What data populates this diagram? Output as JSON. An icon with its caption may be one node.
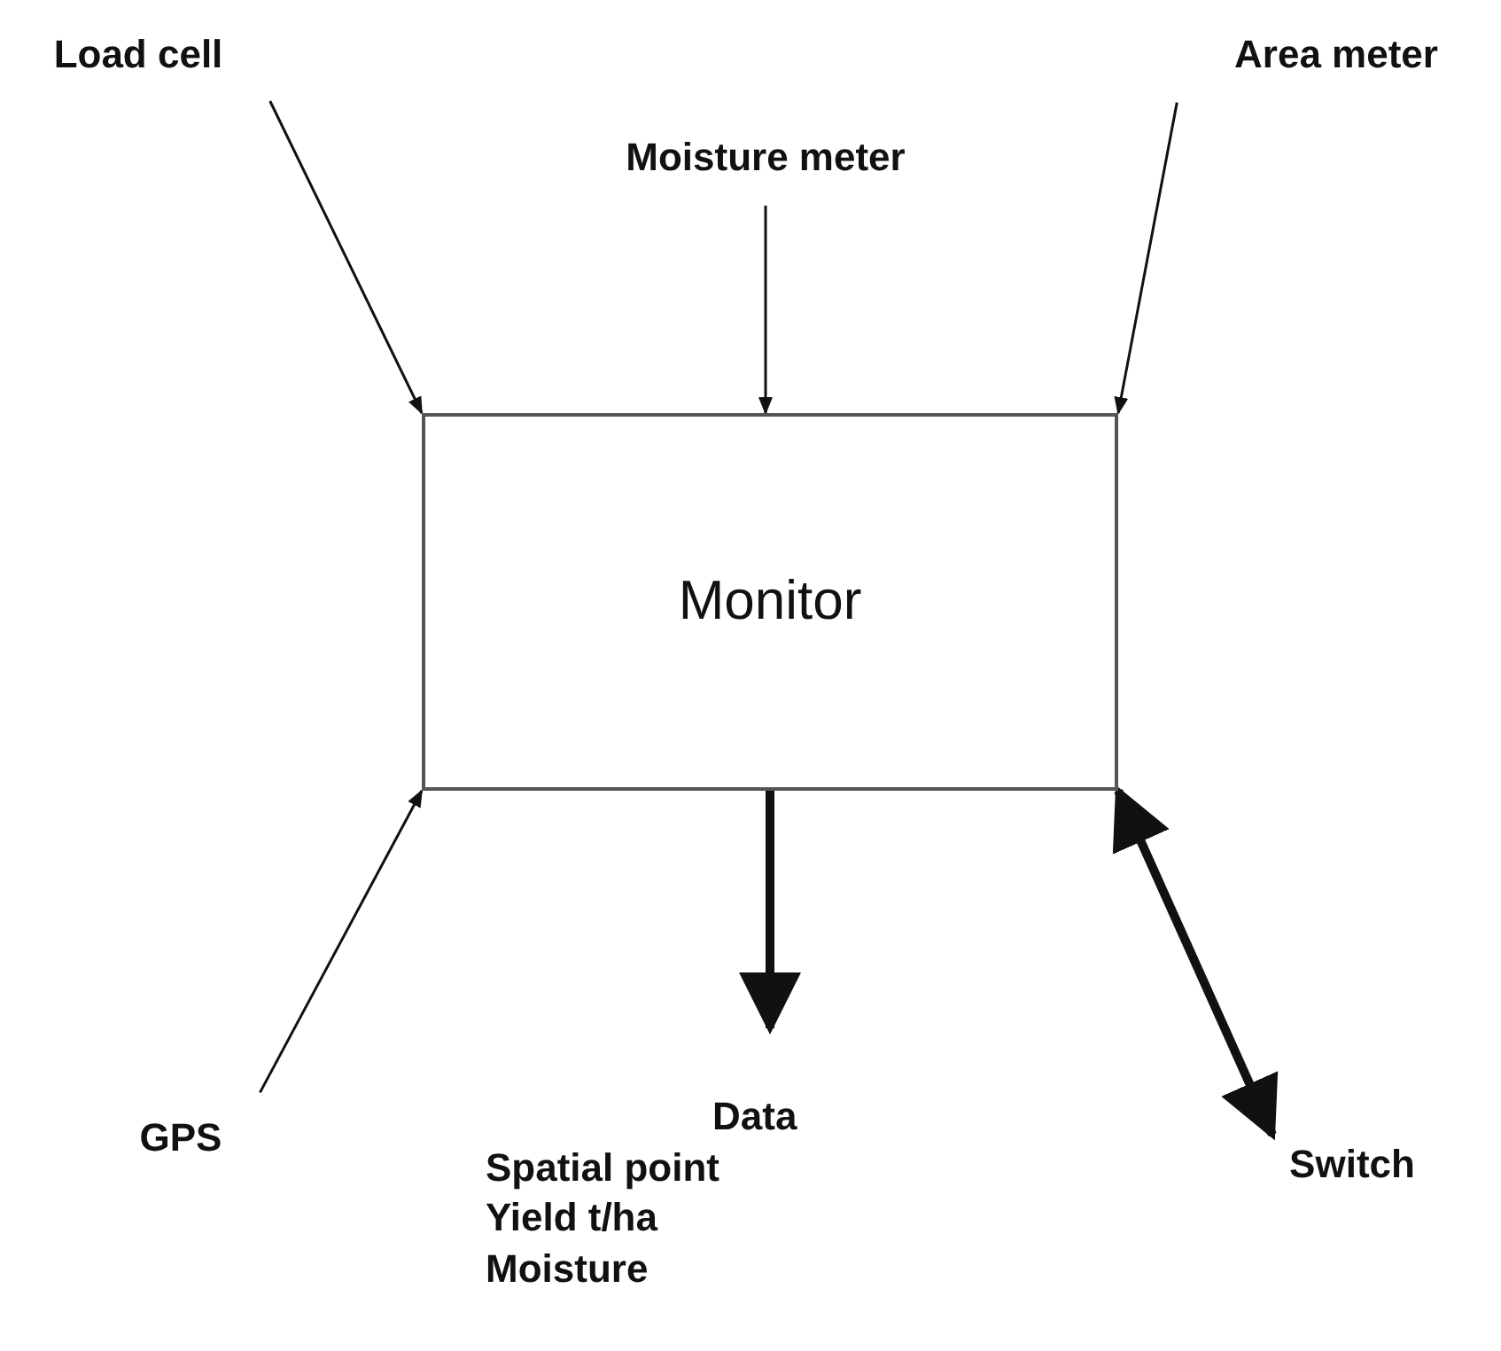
{
  "diagram": {
    "nodes": [
      {
        "text": [
          "Load cell"
        ]
      },
      {
        "text": [
          "Moisture meter"
        ]
      },
      {
        "text": [
          "Area meter"
        ]
      },
      {
        "text": [
          "Monitor"
        ]
      },
      {
        "text": [
          "GPS"
        ]
      },
      {
        "text": [
          "Data",
          "Spatial point",
          "Yield t/ha",
          "Moisture"
        ]
      },
      {
        "text": [
          "Switch"
        ]
      }
    ],
    "edges": [
      {
        "from": 0,
        "to": 3,
        "arrow": "to"
      },
      {
        "from": 1,
        "to": 3,
        "arrow": "to"
      },
      {
        "from": 2,
        "to": 3,
        "arrow": "to"
      },
      {
        "from": 4,
        "to": 3,
        "arrow": "to"
      },
      {
        "from": 3,
        "to": 5,
        "arrow": "to",
        "style": "thick"
      },
      {
        "from": 3,
        "to": 6,
        "arrow": "both",
        "style": "thick"
      }
    ]
  }
}
